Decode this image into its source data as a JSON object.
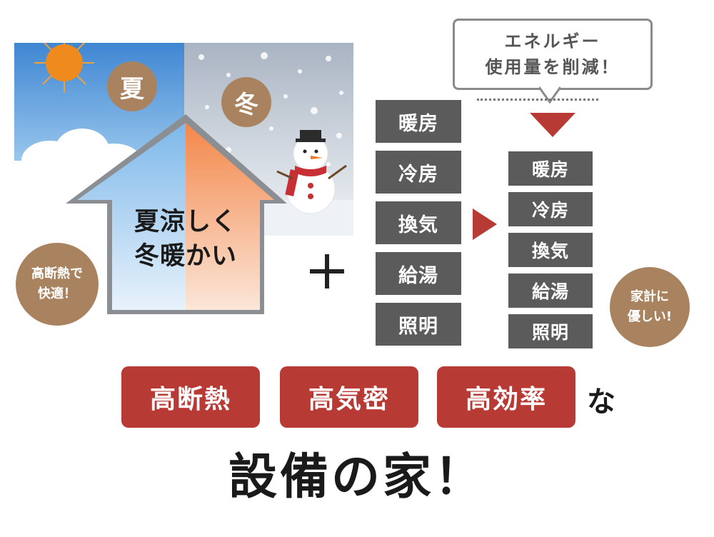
{
  "season": {
    "summer": "夏",
    "winter": "冬"
  },
  "house": {
    "line1": "夏涼しく",
    "line2": "冬暖かい"
  },
  "badges": {
    "comfort": "高断熱で\n快適！",
    "budget": "家計に\n優しい!"
  },
  "plus": "+",
  "before": {
    "items": [
      "暖房",
      "冷房",
      "換気",
      "給湯",
      "照明"
    ]
  },
  "after": {
    "items": [
      "暖房",
      "冷房",
      "換気",
      "給湯",
      "照明"
    ]
  },
  "callout": {
    "line1": "エネルギー",
    "line2": "使用量を削減！"
  },
  "tags": [
    "高断熱",
    "高気密",
    "高効率"
  ],
  "tag_suffix": "な",
  "headline": "設備の家！",
  "colors": {
    "brown": "#a9835f",
    "red": "#b83a34",
    "gray_box": "#5b5b5b",
    "summer_sky": "#4f8fd3",
    "winter_sky": "#b8c3d0",
    "house_orange": "#f08a50"
  }
}
